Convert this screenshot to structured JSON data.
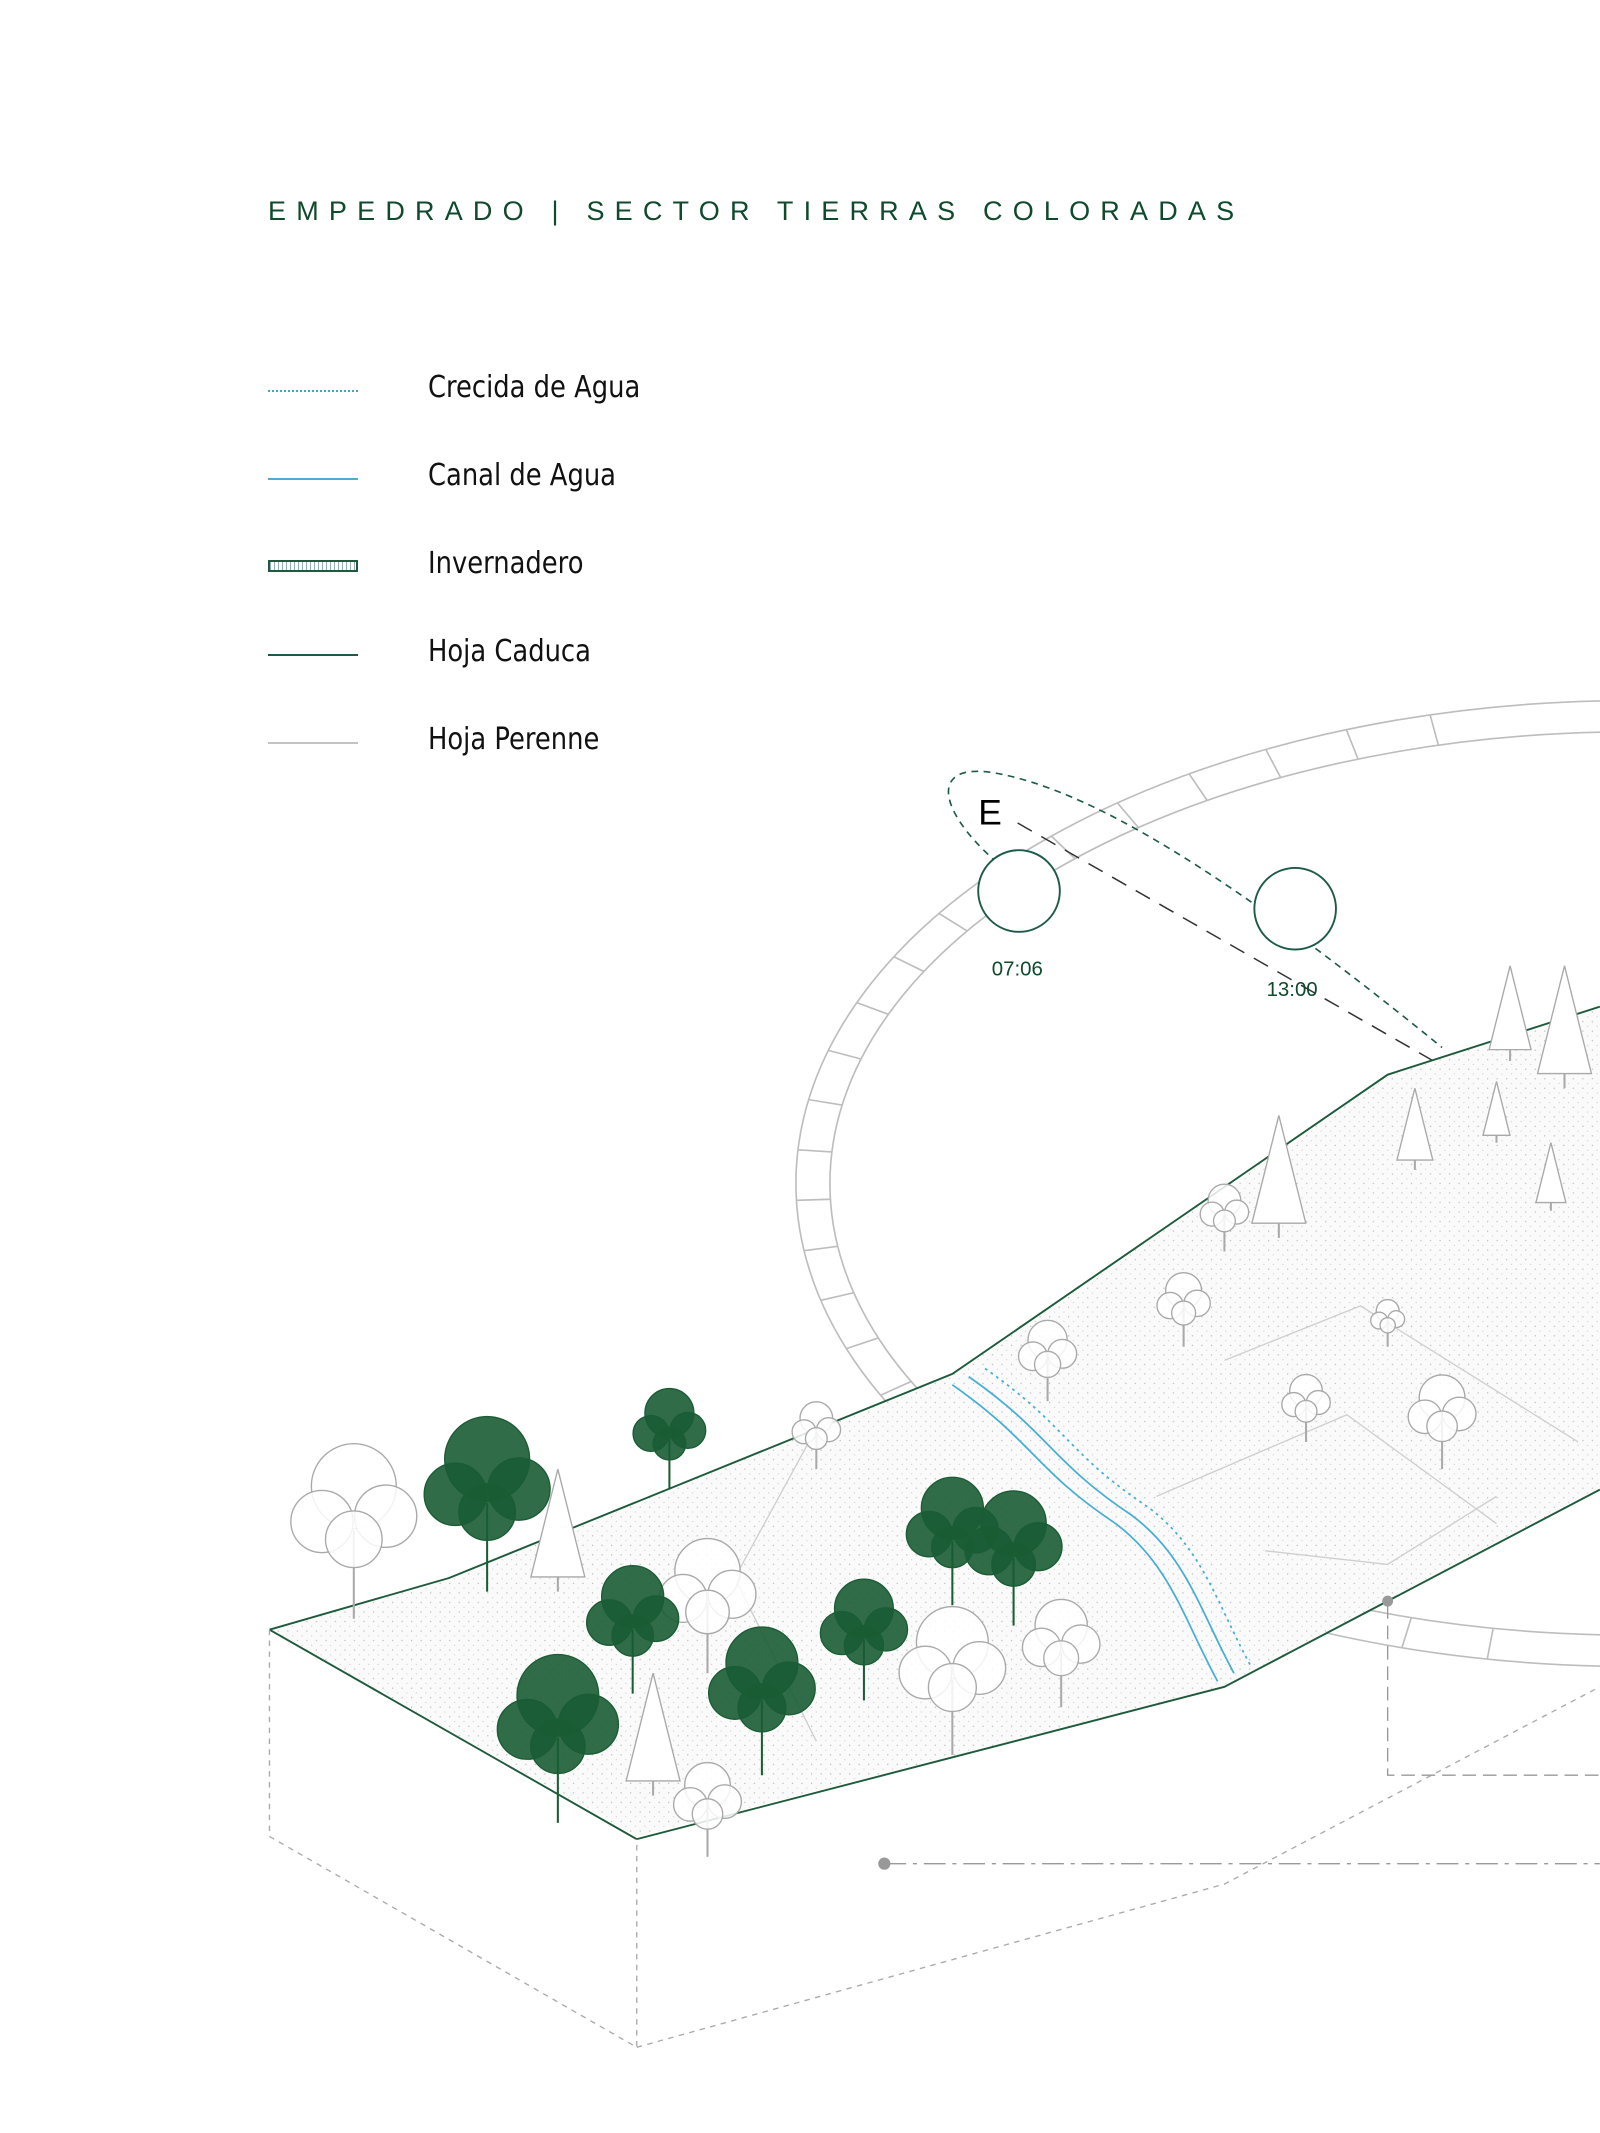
{
  "title": "EMPEDRADO | SECTOR TIERRAS COLORADAS",
  "legend": [
    {
      "label": "Crecida de Agua",
      "style": "dotted",
      "color": "#3aa6c9"
    },
    {
      "label": "Canal de Agua",
      "style": "solid",
      "color": "#4aaed3"
    },
    {
      "label": "Invernadero",
      "style": "hatched-box",
      "color": "#1e5a3c"
    },
    {
      "label": "Hoja Caduca",
      "style": "solid",
      "color": "#1e5a4a"
    },
    {
      "label": "Hoja Perenne",
      "style": "solid",
      "color": "#c4c4c4"
    }
  ],
  "sun_path": {
    "cardinal": "E",
    "times": [
      "07:06",
      "13:00"
    ]
  },
  "colors": {
    "accent": "#0f4a2c",
    "water": "#4aaed3",
    "grey": "#b8b8b8"
  }
}
